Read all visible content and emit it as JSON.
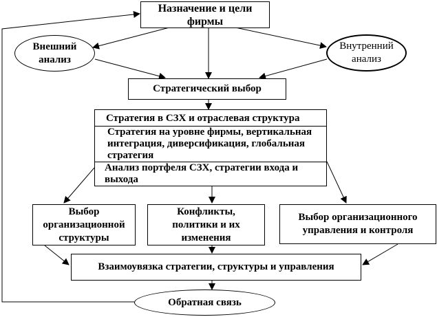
{
  "nodes": {
    "mission": "Назначение и цели фирмы",
    "external": "Внешний анализ",
    "internal": "Внутренний анализ",
    "choice": "Стратегический выбор",
    "strategy_rows": [
      "Стратегия в СЗХ и отраслевая структура",
      "Стратегия на уровне фирмы, вертикальная интеграция, диверсификация, глобальная стратегия",
      "Анализ портфеля СЗХ, стратегии входа и выхода"
    ],
    "org_structure": "Выбор организационной структуры",
    "conflicts": "Конфликты, политики и их изменения",
    "org_control": "Выбор организационного управления и контроля",
    "linkage": "Взаимоувязка стратегии, структуры и управления",
    "feedback": "Обратная связь"
  },
  "colors": {
    "line": "#000000",
    "background": "#ffffff"
  }
}
